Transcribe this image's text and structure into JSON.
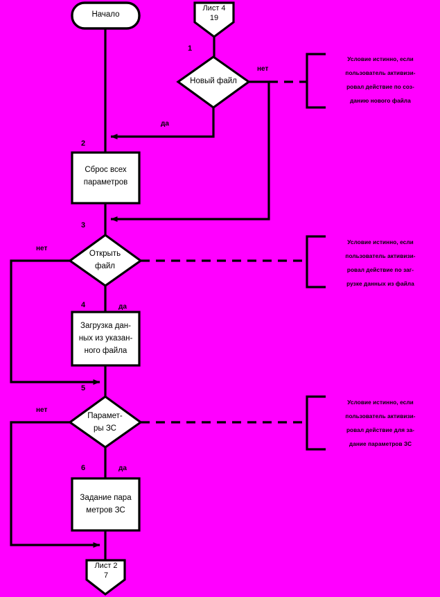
{
  "diagram": {
    "title": "Блок-схема: создание/открытие файла и задание параметров ЗС",
    "background_color": "#FF00FF",
    "shape_fill": "#FFFFFF",
    "line_color": "#000000"
  },
  "nodes": {
    "start": {
      "label": "Начало",
      "shape": "terminator"
    },
    "connector_in": {
      "line1": "Лист 4",
      "line2": "19",
      "shape": "offpage-connector"
    },
    "decision1": {
      "number": "1",
      "label": "Новый файл",
      "yes": "да",
      "no": "нет"
    },
    "process2": {
      "number": "2",
      "line1": "Сброс всех",
      "line2": "параметров"
    },
    "decision3": {
      "number": "3",
      "line1": "Открыть",
      "line2": "файл",
      "yes": "да",
      "no": "нет"
    },
    "process4": {
      "number": "4",
      "line1": "Загрузка дан-",
      "line2": "ных из указан-",
      "line3": "ного файла"
    },
    "decision5": {
      "number": "5",
      "line1": "Парамет-",
      "line2": "ры ЗС",
      "yes": "да",
      "no": "нет"
    },
    "process6": {
      "number": "6",
      "line1": "Задание пара",
      "line2": "метров ЗС"
    },
    "connector_out": {
      "line1": "Лист 2",
      "line2": "7",
      "shape": "offpage-connector"
    }
  },
  "notes": [
    {
      "id": "note-new-file",
      "line1": "Условие истинно, если",
      "line2": "пользователь активизи-",
      "line3": "ровал действие по соз-",
      "line4": "данию нового файла"
    },
    {
      "id": "note-open-file",
      "line1": "Условие истинно, если",
      "line2": "пользователь активизи-",
      "line3": "ровал действие по заг-",
      "line4": "рузке данных из файла"
    },
    {
      "id": "note-params",
      "line1": "Условие истинно, если",
      "line2": "пользователь активизи-",
      "line3": "ровал действие для за-",
      "line4": "дание параметров ЗС"
    }
  ]
}
